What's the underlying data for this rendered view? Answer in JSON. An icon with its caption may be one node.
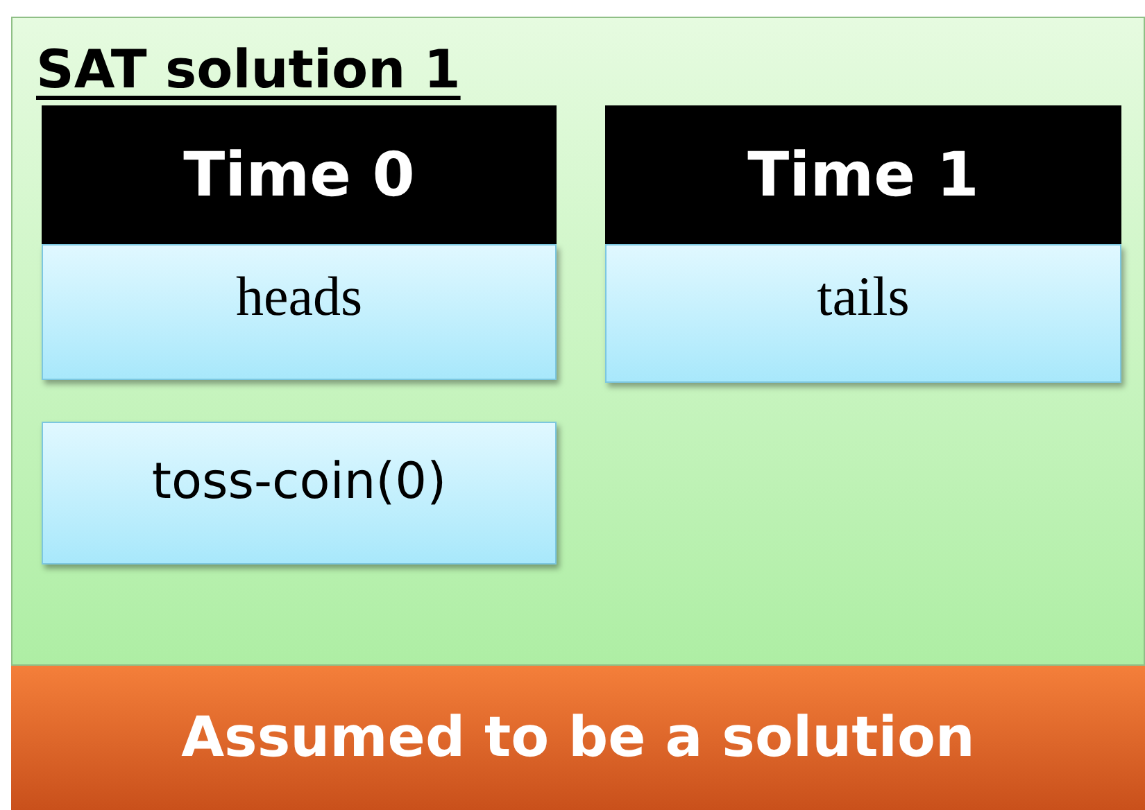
{
  "diagram": {
    "nodes": [
      {
        "text": [
          "SAT solution 1"
        ]
      },
      {
        "text": [
          "Time 0"
        ],
        "in": 0
      },
      {
        "text": [
          "heads"
        ],
        "in": 0
      },
      {
        "text": [
          "Time 1"
        ],
        "in": 0
      },
      {
        "text": [
          "tails"
        ],
        "in": 0
      },
      {
        "text": [
          "toss-coin(0)"
        ],
        "in": 0
      },
      {
        "text": [
          "Assumed to be a solution"
        ]
      }
    ]
  }
}
